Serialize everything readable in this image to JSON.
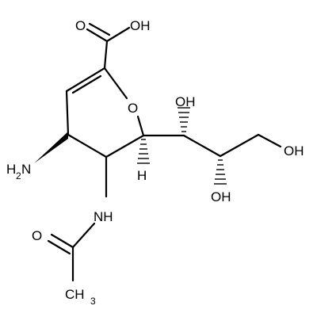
{
  "molecule": {
    "atoms": {
      "carboxyl_o_double": "O",
      "carboxyl_oh": "OH",
      "ring_oxygen": "O",
      "c7_oh": "OH",
      "c9_oh": "OH",
      "c8_oh": "OH",
      "amino_h": "H",
      "amino_subscript": "2",
      "amino_n": "N",
      "stereo_h": "H",
      "amide_nh": "NH",
      "acetyl_o": "O",
      "methyl_c": "CH",
      "methyl_subscript": "3"
    }
  }
}
